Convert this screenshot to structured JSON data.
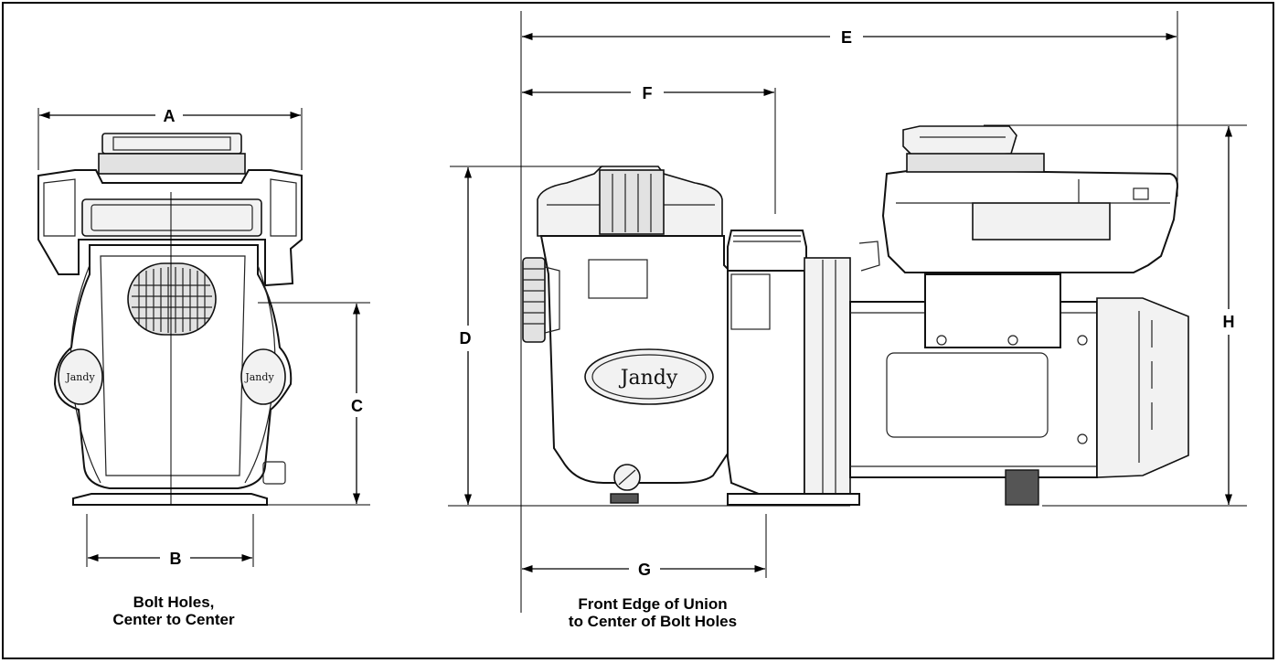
{
  "dimensions": {
    "A": "A",
    "B": "B",
    "C": "C",
    "D": "D",
    "E": "E",
    "F": "F",
    "G": "G",
    "H": "H"
  },
  "captions": {
    "bolt_line1": "Bolt Holes,",
    "bolt_line2": "Center to Center",
    "union_line1": "Front Edge of Union",
    "union_line2": "to Center of Bolt Holes"
  },
  "brand": {
    "side_logo": "Jandy",
    "front_logo_left": "Jandy",
    "front_logo_right": "Jandy"
  }
}
